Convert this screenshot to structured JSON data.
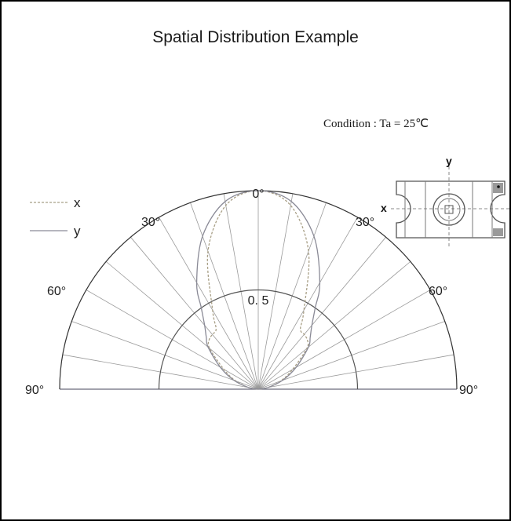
{
  "page": {
    "title": "Spatial Distribution Example",
    "condition": "Condition : Ta = 25℃"
  },
  "chart_data": {
    "type": "polar",
    "title": "Spatial Distribution Example",
    "annotation": "Condition : Ta = 25℃",
    "angle_range_deg": [
      -90,
      90
    ],
    "radius_range": [
      0,
      1
    ],
    "grid": true,
    "radial_grid_step_deg": 10,
    "radius_rings": [
      0.5,
      1.0
    ],
    "angle_tick_labels": [
      "90°",
      "60°",
      "30°",
      "0°",
      "30°",
      "60°",
      "90°"
    ],
    "radius_tick_labels": [
      "0. 5"
    ],
    "legend": [
      "x",
      "y"
    ],
    "series": [
      {
        "name": "x",
        "style": "dashed",
        "color": "#a89f86",
        "angles_deg": [
          0,
          10,
          20,
          30,
          35,
          40,
          45,
          50,
          60,
          70,
          80,
          90
        ],
        "values": [
          1.0,
          0.94,
          0.74,
          0.46,
          0.37,
          0.36,
          0.35,
          0.32,
          0.2,
          0.12,
          0.05,
          0.0
        ]
      },
      {
        "name": "y",
        "style": "solid",
        "color": "#8a8a96",
        "angles_deg": [
          0,
          10,
          20,
          30,
          35,
          40,
          45,
          50,
          60,
          70,
          80,
          90
        ],
        "values": [
          1.0,
          0.96,
          0.82,
          0.62,
          0.5,
          0.42,
          0.37,
          0.33,
          0.22,
          0.13,
          0.05,
          0.0
        ]
      }
    ]
  },
  "legend": {
    "x_label": "x",
    "y_label": "y",
    "x_color": "#a89f86",
    "y_color": "#8a8a96"
  },
  "package_diagram": {
    "x_axis_label": "x",
    "y_axis_label": "y"
  }
}
